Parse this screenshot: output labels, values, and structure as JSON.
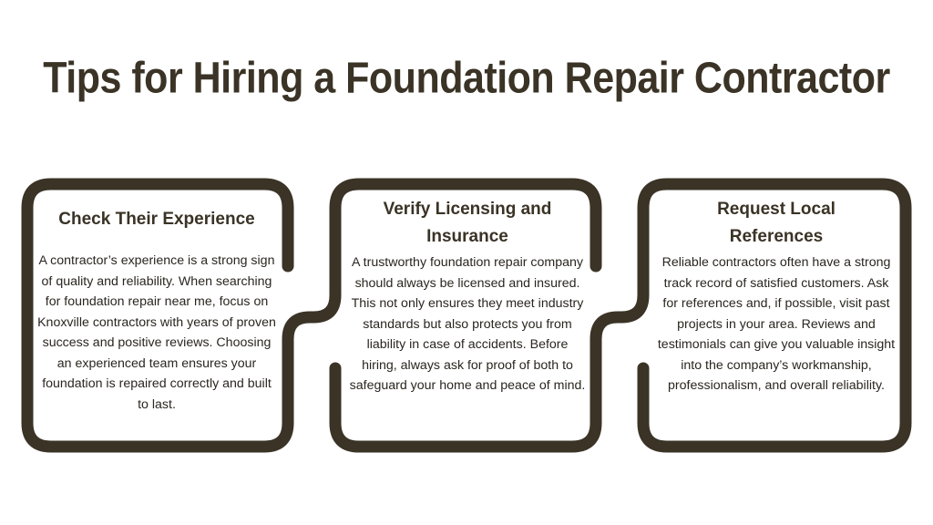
{
  "title": "Tips for Hiring a Foundation Repair Contractor",
  "colors": {
    "frame": "#3a3326",
    "text": "#2a261f",
    "background": "#ffffff"
  },
  "cards": [
    {
      "heading": "Check Their Experience",
      "body": "A contractor’s experience is a strong sign of quality and reliability. When searching for foundation repair near me, focus on Knoxville contractors with years of proven success and positive reviews. Choosing an experienced team ensures your foundation is repaired correctly and built to last."
    },
    {
      "heading": "Verify Licensing and Insurance",
      "body": "A trustworthy foundation repair company should always be licensed and insured. This not only ensures they meet industry standards but also protects you from liability in case of accidents. Before hiring, always ask for proof of both to safeguard your home and peace of mind."
    },
    {
      "heading": "Request Local References",
      "body": "Reliable contractors often have a strong track record of satisfied customers. Ask for references and, if possible, visit past projects in your area. Reviews and testimonials can give you valuable insight into the company’s workmanship, professionalism, and overall reliability."
    }
  ]
}
